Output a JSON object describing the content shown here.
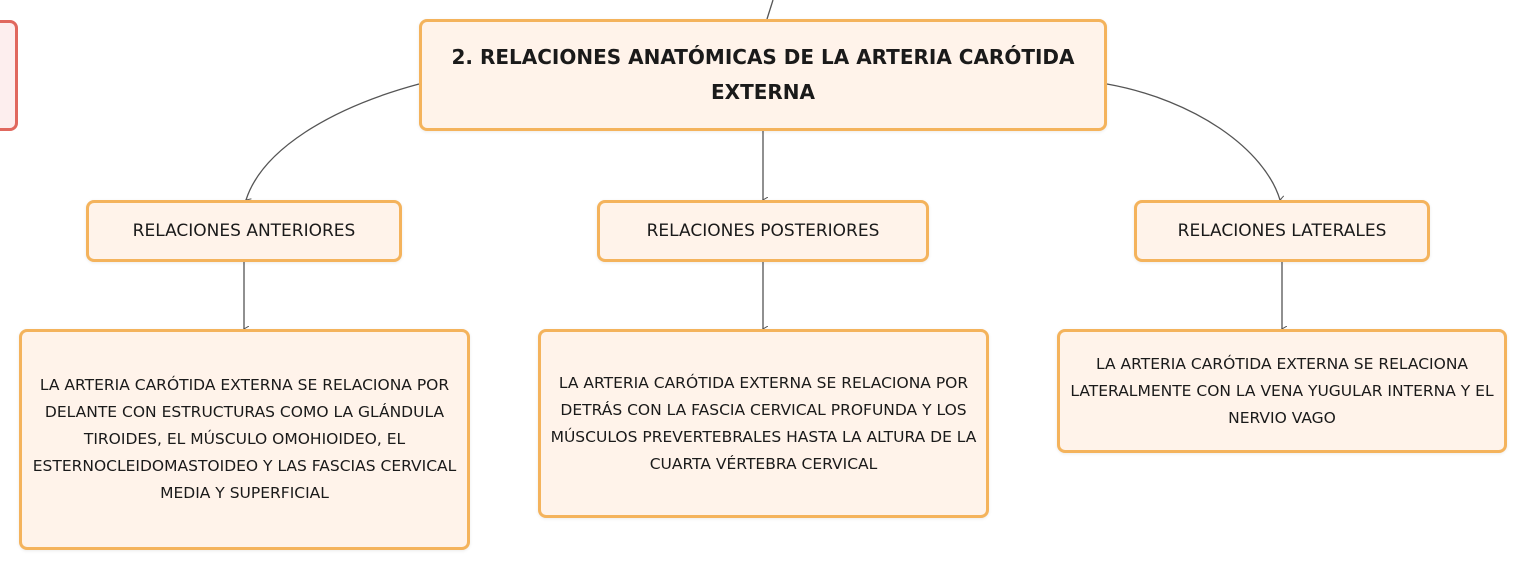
{
  "diagram": {
    "root": {
      "title": "2. RELACIONES ANATÓMICAS DE LA ARTERIA CARÓTIDA EXTERNA"
    },
    "branches": [
      {
        "label": "RELACIONES ANTERIORES",
        "description": "LA ARTERIA CARÓTIDA EXTERNA SE RELACIONA POR DELANTE CON ESTRUCTURAS COMO LA GLÁNDULA TIROIDES, EL MÚSCULO OMOHIOIDEO, EL ESTERNOCLEIDOMASTOIDEO Y LAS FASCIAS CERVICAL MEDIA Y SUPERFICIAL"
      },
      {
        "label": "RELACIONES POSTERIORES",
        "description": "LA ARTERIA CARÓTIDA EXTERNA SE RELACIONA POR DETRÁS CON LA FASCIA CERVICAL PROFUNDA Y LOS MÚSCULOS PREVERTEBRALES HASTA LA ALTURA DE LA CUARTA VÉRTEBRA CERVICAL"
      },
      {
        "label": "RELACIONES LATERALES",
        "description": "LA ARTERIA CARÓTIDA EXTERNA SE RELACIONA LATERALMENTE CON LA VENA YUGULAR INTERNA Y EL NERVIO VAGO"
      }
    ],
    "colors": {
      "node_fill": "#fff3ea",
      "node_border": "#f4b35c",
      "side_node_fill": "#fdeeee",
      "side_node_border": "#e0685e",
      "connector": "#555555"
    }
  }
}
